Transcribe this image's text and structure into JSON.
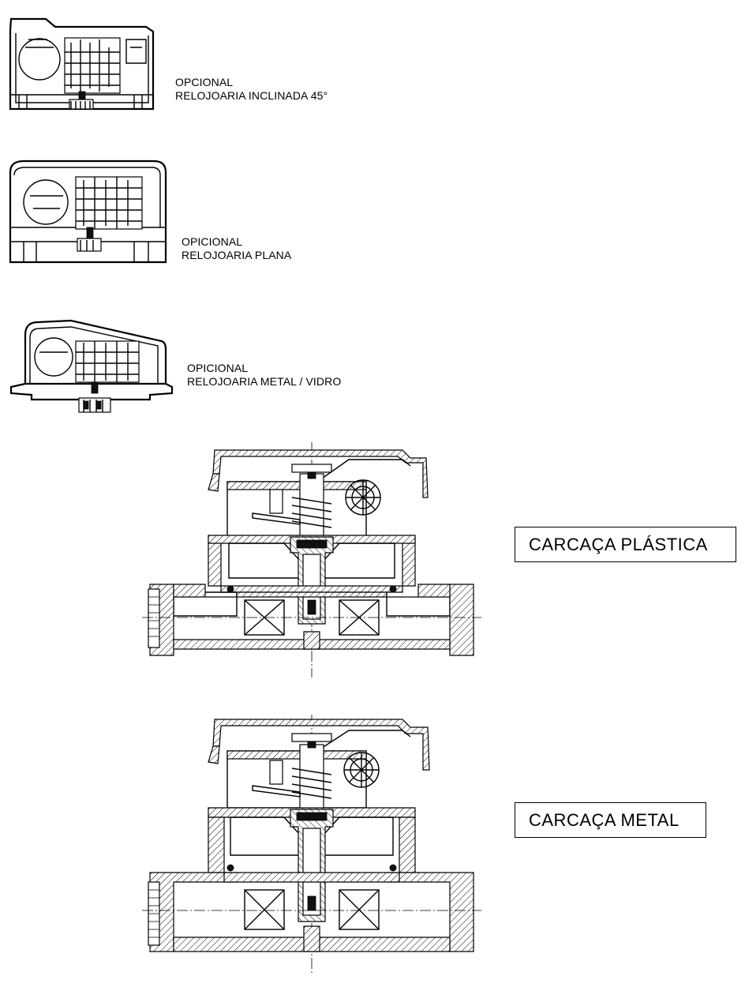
{
  "options": [
    {
      "line1": "OPCIONAL",
      "line2": "RELOJOARIA INCLINADA 45°"
    },
    {
      "line1": "OPICIONAL",
      "line2": "RELOJOARIA PLANA"
    },
    {
      "line1": "OPICIONAL",
      "line2": "RELOJOARIA METAL / VIDRO"
    }
  ],
  "housings": [
    {
      "label": "CARCAÇA PLÁSTICA"
    },
    {
      "label": "CARCAÇA METAL"
    }
  ]
}
